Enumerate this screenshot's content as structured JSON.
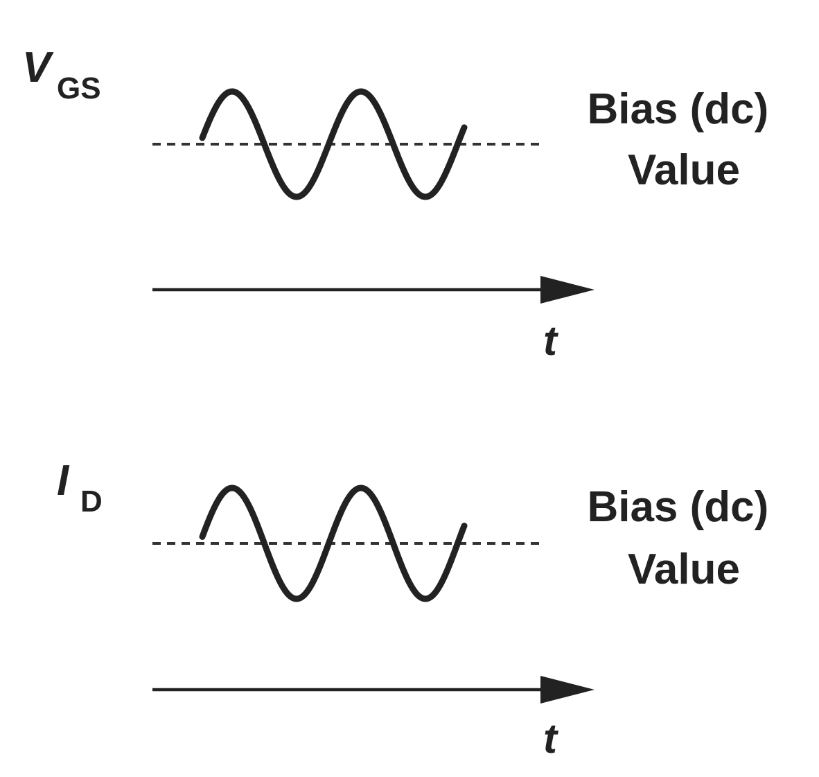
{
  "panels": [
    {
      "id": "vgs",
      "signal_label": {
        "main": "V",
        "subscript": "GS"
      },
      "bias_label": {
        "line1": "Bias (dc)",
        "line2": "Value"
      },
      "time_axis_label": "t"
    },
    {
      "id": "id",
      "signal_label": {
        "main": "I",
        "subscript": "D"
      },
      "bias_label": {
        "line1": "Bias (dc)",
        "line2": "Value"
      },
      "time_axis_label": "t"
    }
  ],
  "colors": {
    "ink": "#222222",
    "background": "#ffffff"
  }
}
